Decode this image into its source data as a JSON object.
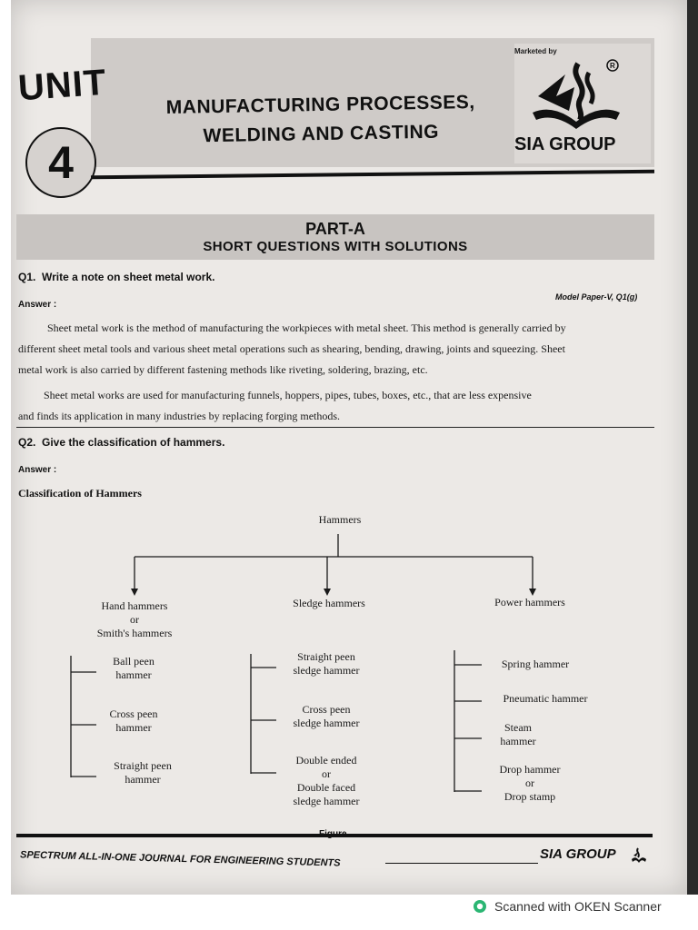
{
  "header": {
    "unit_label": "UNIT",
    "unit_number": "4",
    "title_line1": "MANUFACTURING PROCESSES,",
    "title_line2": "WELDING AND CASTING",
    "marketed_by": "Marketed by",
    "logo_text": "SIA GROUP"
  },
  "part": {
    "heading": "PART-A",
    "subheading": "SHORT QUESTIONS WITH SOLUTIONS"
  },
  "q1": {
    "number": "Q1.",
    "question": "Write a note on sheet metal work.",
    "answer_label": "Answer :",
    "reference": "Model Paper-V, Q1(g)",
    "para1_line1": "Sheet metal work is the method of manufacturing the workpieces with metal sheet. This method is generally carried by",
    "para1_line2": "different sheet metal tools and various sheet metal operations such as shearing, bending, drawing, joints and squeezing. Sheet",
    "para1_line3": "metal work is also carried by different fastening methods like riveting, soldering, brazing, etc.",
    "para2_line1": "Sheet metal works are used for manufacturing funnels, hoppers, pipes, tubes, boxes, etc., that are less expensive",
    "para2_line2": "and finds its application in many industries by replacing forging methods."
  },
  "q2": {
    "number": "Q2.",
    "question": "Give the classification of hammers.",
    "answer_label": "Answer :",
    "classification_heading": "Classification of Hammers"
  },
  "tree": {
    "root": "Hammers",
    "hand": {
      "line1": "Hand hammers",
      "line2": "or",
      "line3": "Smith's hammers",
      "items": [
        {
          "line1": "Ball peen",
          "line2": "hammer"
        },
        {
          "line1": "Cross peen",
          "line2": "hammer"
        },
        {
          "line1": "Straight peen",
          "line2": "hammer"
        }
      ]
    },
    "sledge": {
      "label": "Sledge hammers",
      "items": [
        {
          "line1": "Straight peen",
          "line2": "sledge hammer"
        },
        {
          "line1": "Cross peen",
          "line2": "sledge hammer"
        },
        {
          "line1": "Double ended",
          "line2": "or",
          "line3": "Double faced",
          "line4": "sledge hammer"
        }
      ]
    },
    "power": {
      "label": "Power hammers",
      "items": [
        {
          "line1": "Spring hammer"
        },
        {
          "line1": "Pneumatic hammer"
        },
        {
          "line1": "Steam",
          "line2": "hammer"
        },
        {
          "line1": "Drop hammer",
          "line2": "or",
          "line3": "Drop stamp"
        }
      ]
    },
    "figure_label": "Figure"
  },
  "footer": {
    "journal": "SPECTRUM ALL-IN-ONE JOURNAL FOR ENGINEERING STUDENTS",
    "brand": "SIA GROUP"
  },
  "scanner_text": "Scanned with OKEN Scanner"
}
